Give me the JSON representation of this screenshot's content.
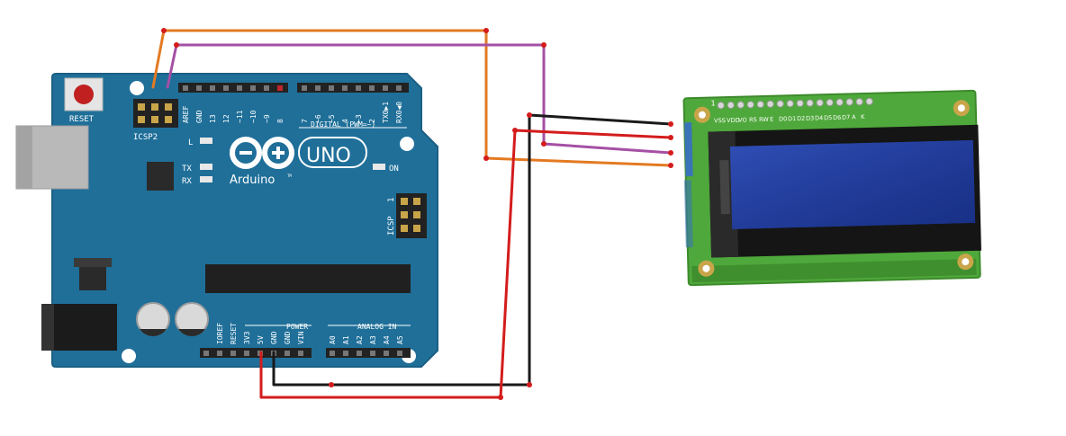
{
  "colors": {
    "board": "#1f6f99",
    "board_edge": "#1b5f84",
    "lcd_pcb": "#4fa83b",
    "lcd_screen": "#203c9c",
    "wire_red": "#d41c1c",
    "wire_black": "#1a1a1a",
    "wire_orange": "#e37a22",
    "wire_purple": "#a550a5"
  },
  "arduino": {
    "reset_label": "RESET",
    "icsp2_label": "ICSP2",
    "icsp_label": "ICSP",
    "icsp_pin1": "1",
    "led_l": "L",
    "led_tx": "TX",
    "led_rx": "RX",
    "led_on": "ON",
    "brand": "Arduino",
    "trademark": "TM",
    "model": "UNO",
    "digital_label": "DIGITAL (PWM=~)",
    "power_label": "POWER",
    "analog_label": "ANALOG IN",
    "digital_pins": [
      "AREF",
      "GND",
      "13",
      "12",
      "~11",
      "~10",
      "~9",
      "8",
      "7",
      "~6",
      "~5",
      "4",
      "~3",
      "2",
      "TX0▶1",
      "RX0◀0"
    ],
    "power_pins": [
      "IOREF",
      "RESET",
      "3V3",
      "5V",
      "GND",
      "GND",
      "VIN"
    ],
    "analog_pins": [
      "A0",
      "A1",
      "A2",
      "A3",
      "A4",
      "A5"
    ]
  },
  "lcd": {
    "pin1": "1",
    "pin_labels": [
      "VSS",
      "VDD",
      "VO",
      "RS",
      "RW",
      "E",
      "D0",
      "D1",
      "D2",
      "D3",
      "D4",
      "D5",
      "D6",
      "D7",
      "A",
      "K"
    ]
  }
}
